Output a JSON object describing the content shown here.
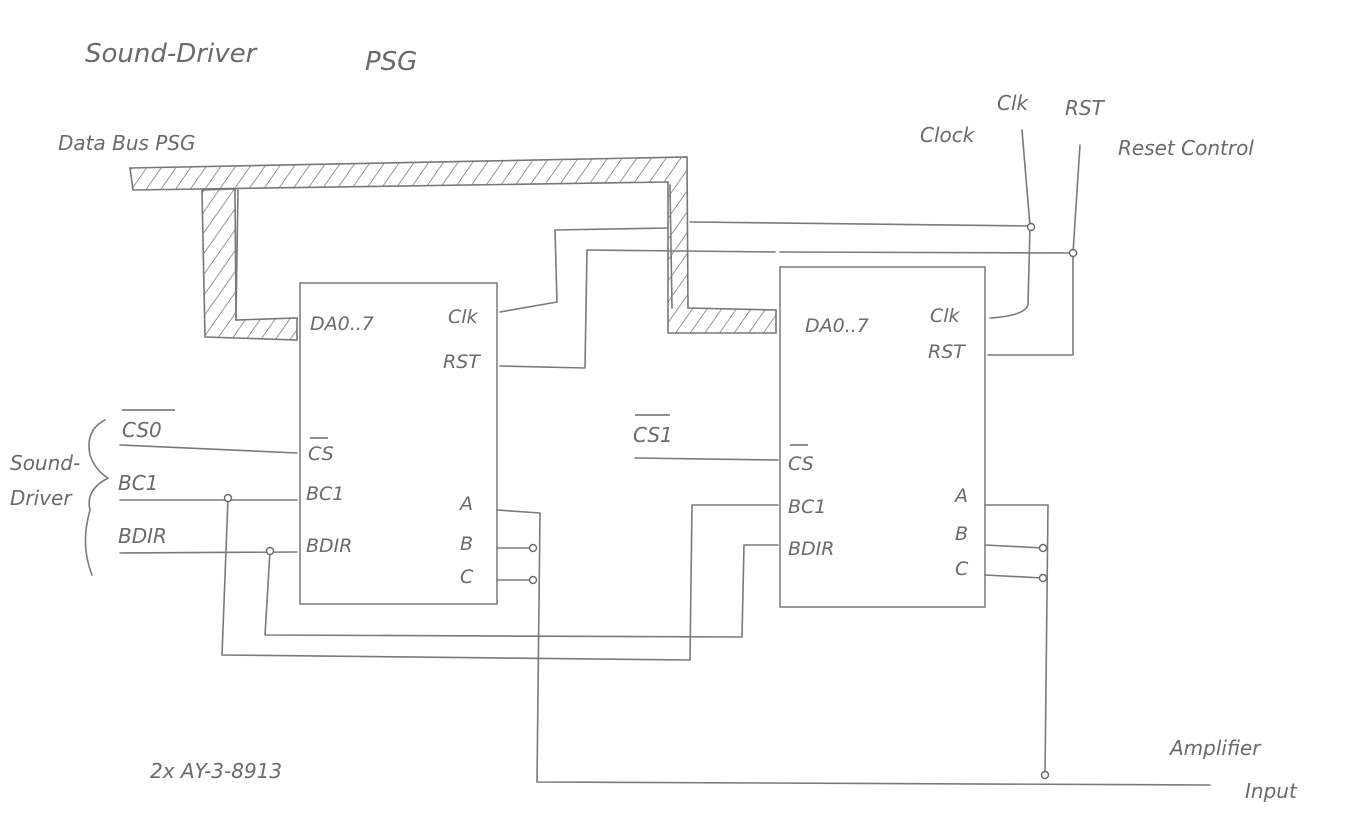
{
  "title": "Sound-Driver",
  "subtitle": "PSG",
  "data_bus_label": "Data Bus PSG",
  "clock": {
    "label": "Clock",
    "signal": "Clk"
  },
  "reset": {
    "label": "Reset Control",
    "signal": "RST"
  },
  "left_group_label": [
    "Sound-",
    "Driver"
  ],
  "left_signals": {
    "cs0": "CS0",
    "bc1": "BC1",
    "bdir": "BDIR"
  },
  "cs1_label": "CS1",
  "chips": [
    {
      "pins": {
        "data": "DA0..7",
        "clk": "Clk",
        "rst": "RST",
        "cs": "CS",
        "bc1": "BC1",
        "bdir": "BDIR",
        "a": "A",
        "b": "B",
        "c": "C"
      }
    },
    {
      "pins": {
        "data": "DA0..7",
        "clk": "Clk",
        "rst": "RST",
        "cs": "CS",
        "bc1": "BC1",
        "bdir": "BDIR",
        "a": "A",
        "b": "B",
        "c": "C"
      }
    }
  ],
  "chip_note": "2x AY-3-8913",
  "output_label": [
    "Amplifier",
    "Input"
  ]
}
